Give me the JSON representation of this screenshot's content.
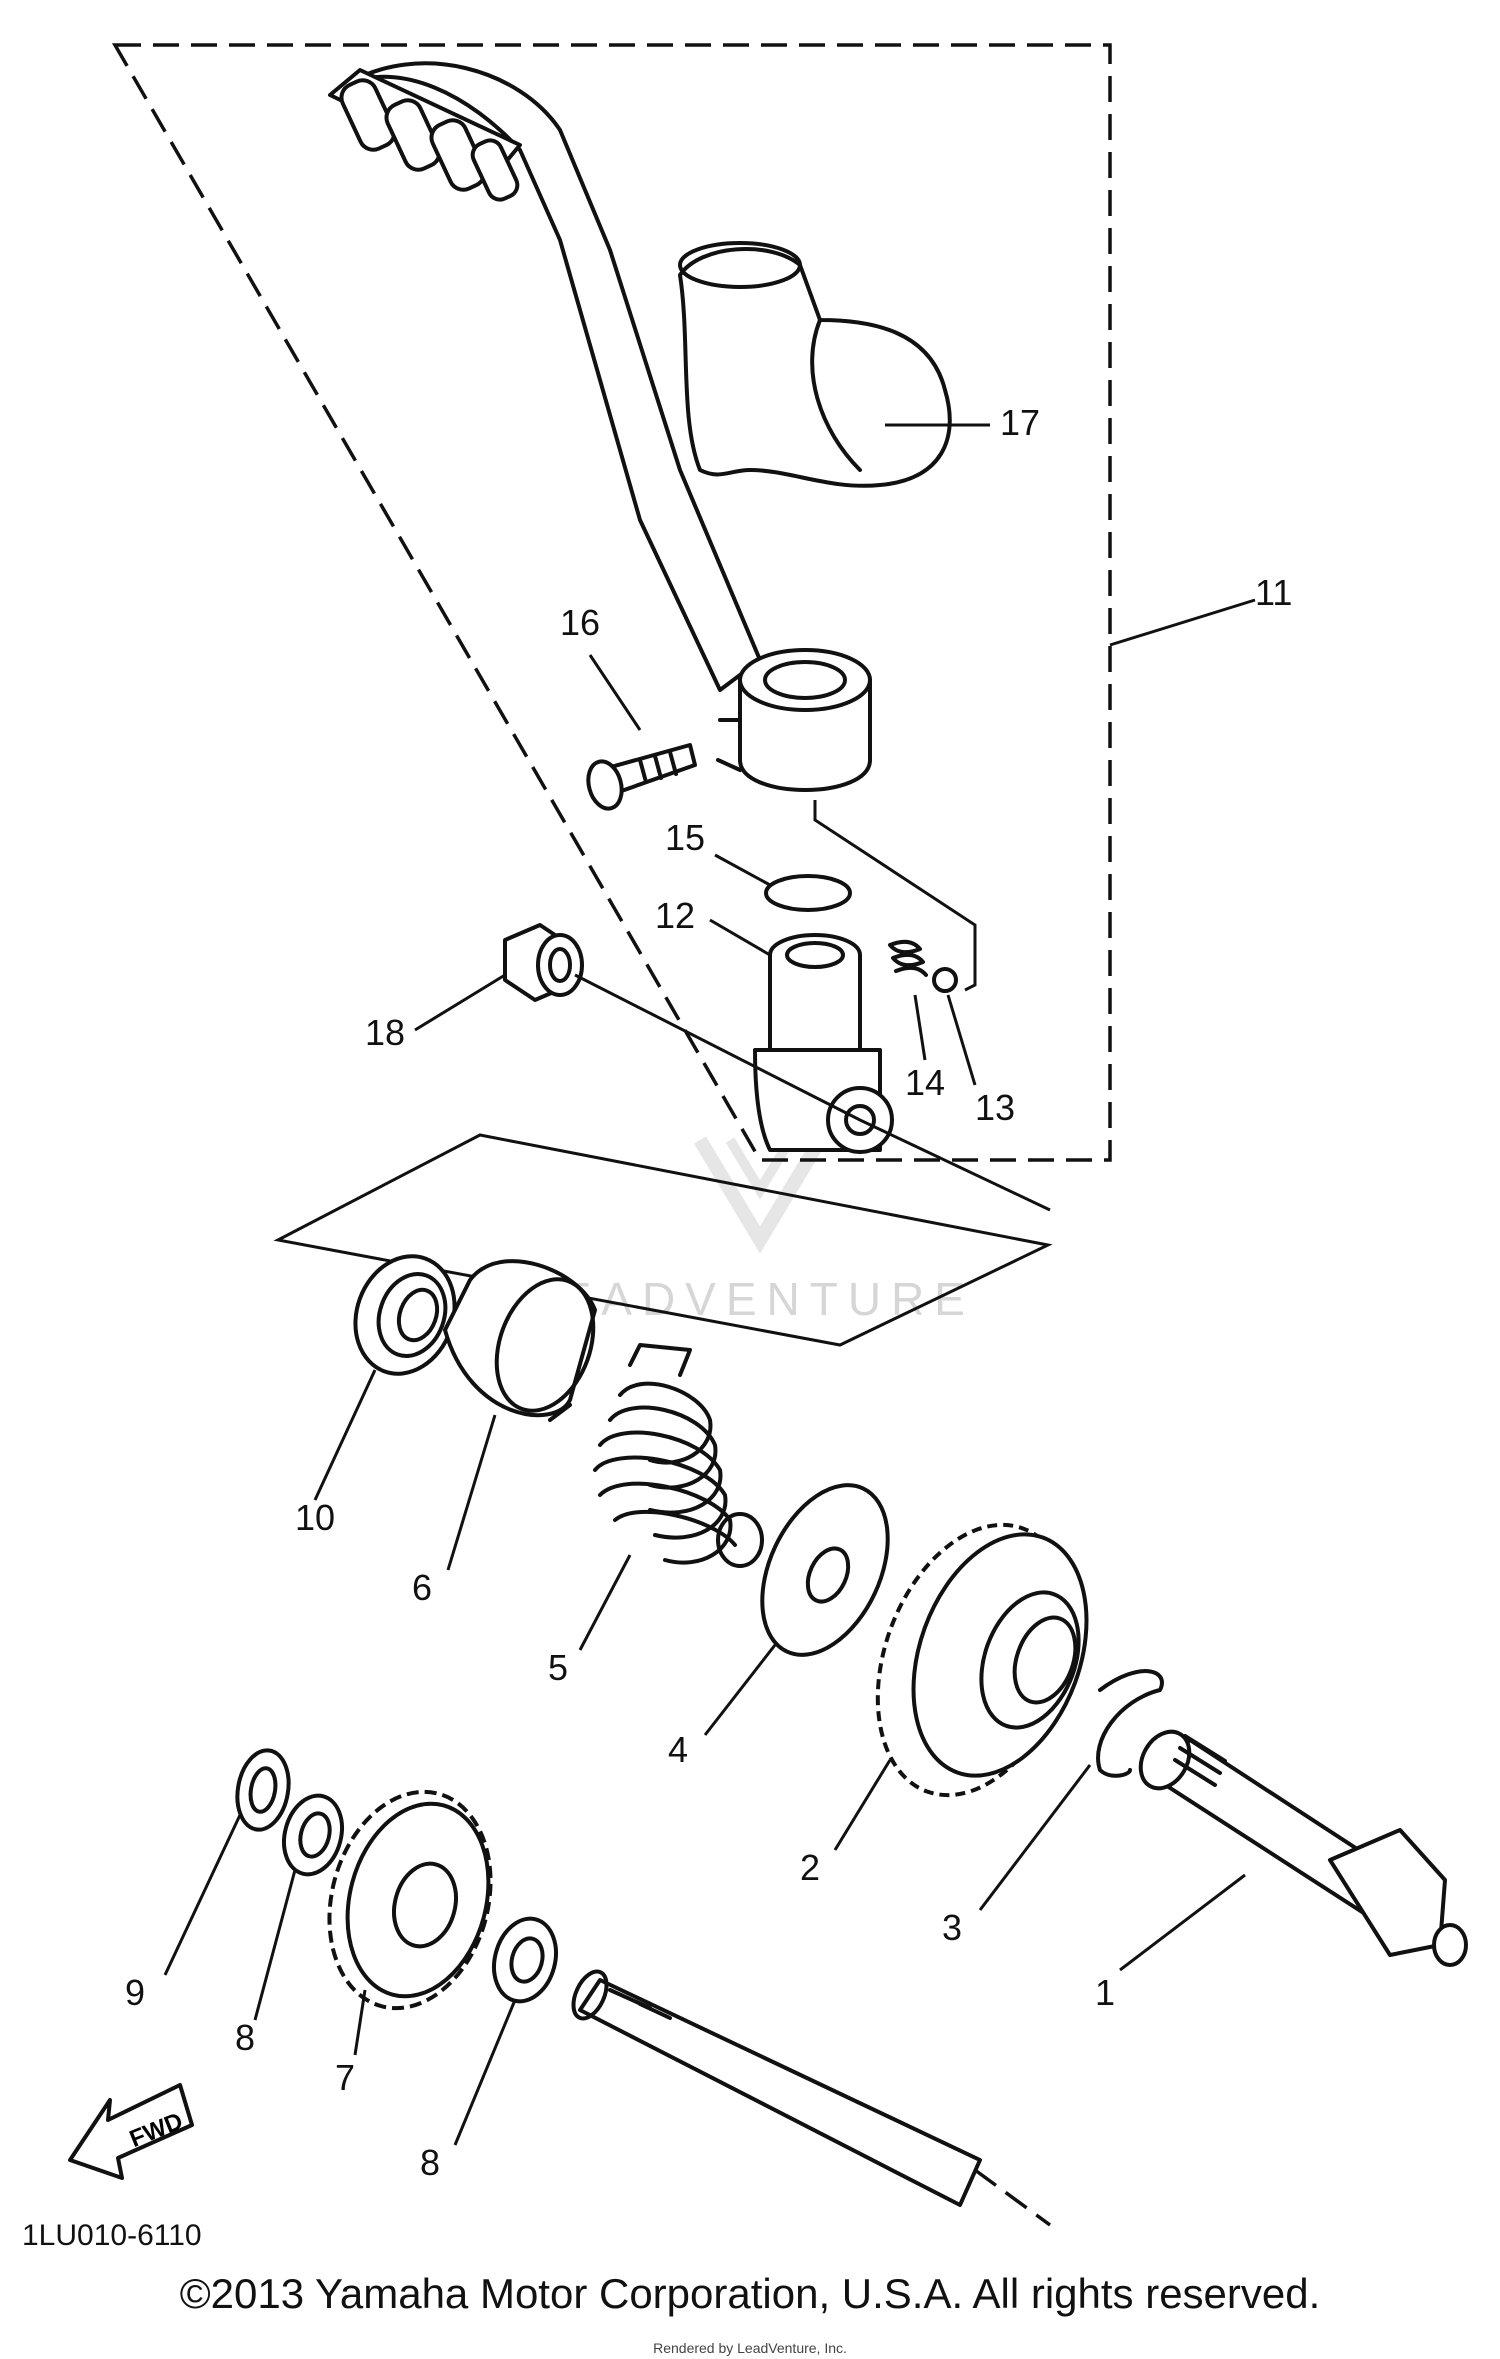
{
  "diagram": {
    "callouts": {
      "c1": "1",
      "c2": "2",
      "c3": "3",
      "c4": "4",
      "c5": "5",
      "c6": "6",
      "c7": "7",
      "c8a": "8",
      "c8b": "8",
      "c9": "9",
      "c10": "10",
      "c11": "11",
      "c12": "12",
      "c13": "13",
      "c14": "14",
      "c15": "15",
      "c16": "16",
      "c17": "17",
      "c18": "18"
    },
    "direction_label": "FWD",
    "diagram_code": "1LU010-6110",
    "watermark": "LEADVENTURE"
  },
  "footer": {
    "copyright": "©2013 Yamaha Motor Corporation, U.S.A. All rights reserved.",
    "renderer": "Rendered by LeadVenture, Inc."
  }
}
